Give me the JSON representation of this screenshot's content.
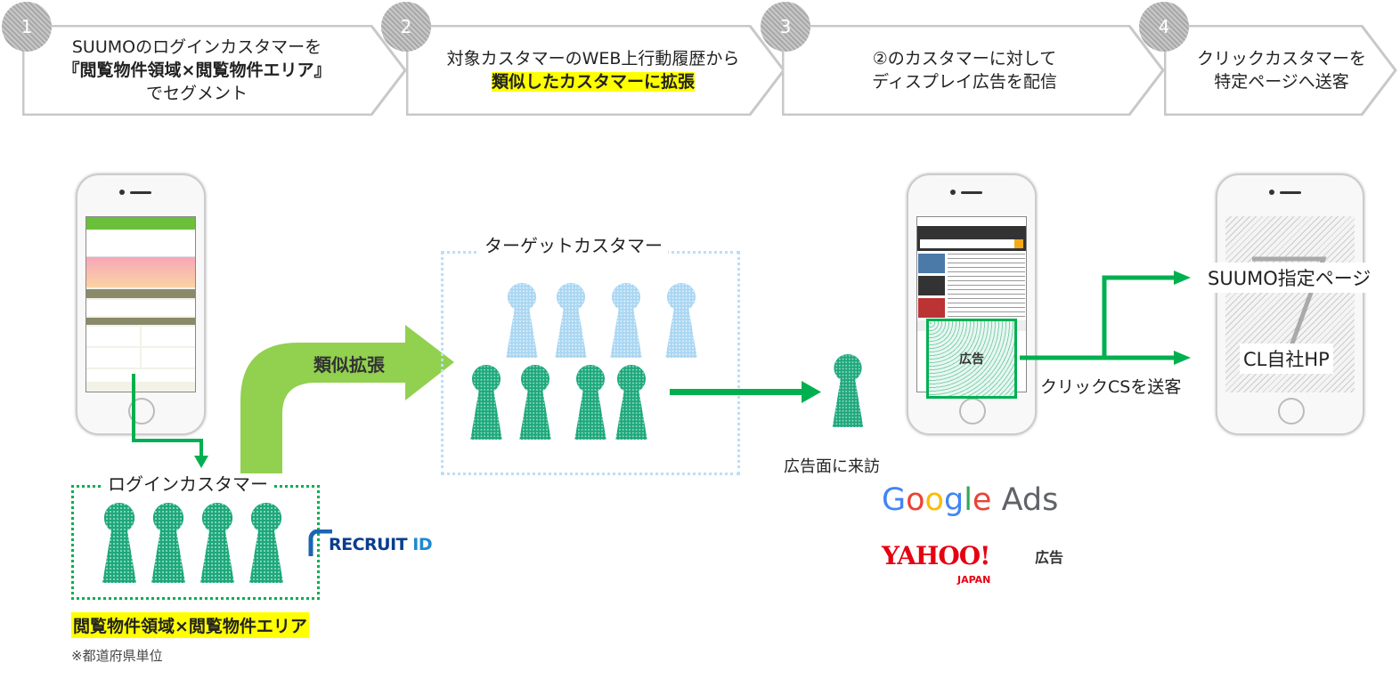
{
  "steps": [
    {
      "number": "1",
      "line1": "SUUMOのログインカスタマーを",
      "line2": "『閲覧物件領域×閲覧物件エリア』",
      "line3": "でセグメント"
    },
    {
      "number": "2",
      "line1": "対象カスタマーのWEB上行動履歴から",
      "line2": "類似したカスタマーに拡張"
    },
    {
      "number": "3",
      "line1": "②のカスタマーに対して",
      "line2": "ディスプレイ広告を配信"
    },
    {
      "number": "4",
      "line1": "クリックカスタマーを",
      "line2": "特定ページへ送客"
    }
  ],
  "login_box": {
    "title": "ログインカスタマー",
    "segment_label": "閲覧物件領域×閲覧物件エリア",
    "note": "※都道府県単位",
    "logo": "RECRUIT ID"
  },
  "expand_arrow_label": "類似拡張",
  "target_box": {
    "title": "ターゲットカスタマー"
  },
  "visit_label": "広告面に来訪",
  "ad_label": "広告",
  "click_label": "クリックCSを送客",
  "destinations": [
    "SUUMO指定ページ",
    "CL自社HP"
  ],
  "ad_networks": {
    "google": "Google Ads",
    "yahoo": "YAHOO!",
    "yahoo_sub": "JAPAN",
    "yahoo_suffix": "広告"
  },
  "colors": {
    "green": "#00b050",
    "light_green": "#92d050",
    "person_green": "#1ea87a",
    "person_blue": "#bcdff5",
    "highlight": "#ffff00"
  }
}
